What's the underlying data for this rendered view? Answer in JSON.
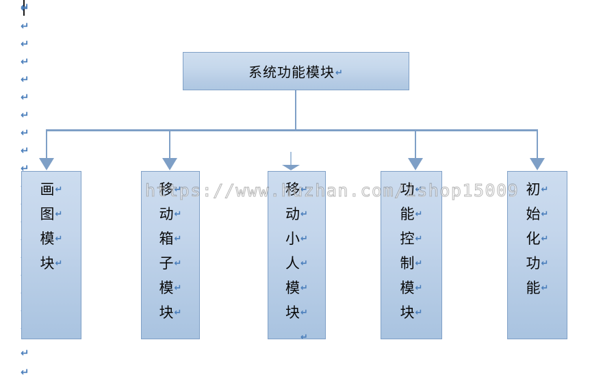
{
  "document": {
    "title": "系统功能模块",
    "caret_visible": true,
    "paragraph_mark": "↵"
  },
  "watermark": {
    "text": "https://www.huzhan.com/ishop15009"
  },
  "colors": {
    "box_fill_light": "#cfdeef",
    "box_fill_dark": "#a9c3e0",
    "box_border": "#7e9fc6",
    "connector": "#7e9fc6",
    "pilcrow": "#4a7ebb",
    "text": "#080808",
    "page_background": "#ffffff"
  },
  "margin_marks": {
    "symbol": "↵",
    "count": 20
  },
  "diagram": {
    "root": {
      "label": "系统功能模块",
      "trailing_mark": "↵"
    },
    "leaves": [
      {
        "id": "leaf-1",
        "label": "画图模块",
        "chars": [
          "画",
          "图",
          "模",
          "块"
        ],
        "trailing_marks": [
          "↵",
          "↵",
          "↵",
          "↵"
        ],
        "extra_blank_mark": false
      },
      {
        "id": "leaf-2",
        "label": "移动箱子模块",
        "chars": [
          "移",
          "动",
          "箱",
          "子",
          "模",
          "块"
        ],
        "trailing_marks": [
          "↵",
          "↵",
          "↵",
          "↵",
          "↵",
          "↵"
        ],
        "extra_blank_mark": false
      },
      {
        "id": "leaf-3",
        "label": "移动小人模块",
        "chars": [
          "移",
          "动",
          "小",
          "人",
          "模",
          "块"
        ],
        "trailing_marks": [
          "↵",
          "↵",
          "↵",
          "↵",
          "↵",
          "↵"
        ],
        "extra_blank_mark": true
      },
      {
        "id": "leaf-4",
        "label": "功能控制模块",
        "chars": [
          "功",
          "能",
          "控",
          "制",
          "模",
          "块"
        ],
        "trailing_marks": [
          "↵",
          "↵",
          "↵",
          "↵",
          "↵",
          "↵"
        ],
        "extra_blank_mark": false
      },
      {
        "id": "leaf-5",
        "label": "初始化功能",
        "chars": [
          "初",
          "始",
          "化",
          "功",
          "能"
        ],
        "trailing_marks": [
          "↵",
          "↵",
          "↵",
          "↵",
          "↵"
        ],
        "extra_blank_mark": false
      }
    ]
  }
}
